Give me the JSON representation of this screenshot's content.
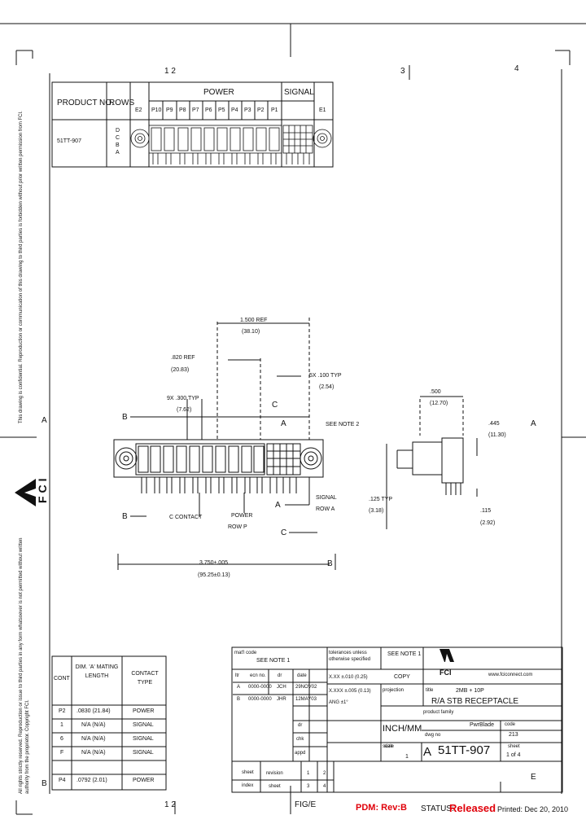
{
  "frame": {
    "zones_top": [
      "1 2",
      "3",
      "4"
    ],
    "zones_bottom": [
      "1 2",
      "FIG/E"
    ],
    "zones_side": [
      "A",
      "B",
      "E"
    ]
  },
  "margin_text": {
    "top_left": "This drawing is confidential. Reproduction or communication of this drawing to third parties is forbidden without prior written permission from FCI.",
    "bottom_left": "All rights strictly reserved. Reproduction or issue to third parties in any form whatsoever is not permitted without written authority from the proprietor. Copyright FCI."
  },
  "product_table": {
    "headers": [
      "PRODUCT NO.",
      "ROWS",
      "POWER",
      "SIGNAL"
    ],
    "col_labels": [
      "E2",
      "P10",
      "P9",
      "P8",
      "P7",
      "P6",
      "P5",
      "P4",
      "P3",
      "P2",
      "P1",
      "",
      "",
      "E1"
    ],
    "part": "51TT-907",
    "rows_value": "D C B A"
  },
  "dims": {
    "d1": "1.500 REF",
    "d1m": "(38.10)",
    "d2": ".820 REF",
    "d2m": "(20.83)",
    "d3": "9X .300 TYP",
    "d3m": "(7.62)",
    "d4": "5X .100 TYP",
    "d4m": "(2.54)",
    "d5": ".500",
    "d5m": "(12.70)",
    "d6": ".445",
    "d6m": "(11.30)",
    "d7": ".115",
    "d7m": "(2.92)",
    "d8": "3.750±.005",
    "d8m": "(95.25±0.13)",
    "d9": ".125 TYP",
    "d9m": "(3.18)",
    "signal_lbl": "SIGNAL",
    "signal_sub": "ROW A",
    "contact_lbl": "C CONTACT",
    "power_lbl": "POWER",
    "power_sub": "ROW P",
    "see_note": "SEE NOTE 2",
    "sec_b": "B",
    "sec_c": "C",
    "sec_a": "A"
  },
  "contact_table": {
    "headers": [
      "CONT",
      "DIM. 'A' MATING LENGTH",
      "CONTACT TYPE"
    ],
    "rows": [
      [
        "P2",
        ".0830 (21.84)",
        "POWER"
      ],
      [
        "1",
        "N/A (N/A)",
        "SIGNAL"
      ],
      [
        "6",
        "N/A (N/A)",
        "SIGNAL"
      ],
      [
        "F",
        "N/A (N/A)",
        "SIGNAL"
      ],
      [
        "P4",
        ".0792 (2.01)",
        "POWER"
      ]
    ]
  },
  "title_block": {
    "mat_code": "mat'l code",
    "mat_value": "SEE NOTE 1",
    "tolerances": "tolerances unless otherwise specified",
    "ltr": "ltr",
    "ecn": "ecn no.",
    "dr": "dr",
    "date": "date",
    "rev_a": [
      "A",
      "0000-0000",
      "JCH",
      "29NOV02"
    ],
    "rev_b": [
      "B",
      "0000-0000",
      "JHR",
      "12MAY03"
    ],
    "tol1": "X.XX ±.010 (0.25)",
    "tol2": "X.XXX ±.005 (0.13)",
    "tol3": "ANG ±1°",
    "in_mm": "INCH/MM",
    "projection": "projection",
    "copy": "COPY",
    "company": "FCI",
    "website": "www.fciconnect.com",
    "title_lbl": "title",
    "title_1": "2MB + 10P",
    "title_2": "R/A STB RECEPTACLE",
    "product_family": "product family",
    "family_value": "PwrBlade",
    "code_lbl": "code",
    "code_value": "213",
    "dwg_no_lbl": "dwg no",
    "dwg_no": "51TT-907",
    "size_lbl": "size",
    "size_value": "A",
    "scale_lbl": "scale",
    "scale_value": "1",
    "sheet_lbl": "sheet",
    "sheet_value": "1 of 4",
    "dr_lbl": "dr",
    "chk_lbl": "chk",
    "appr_lbl": "appd",
    "sheet_index": [
      "sheet",
      "index"
    ],
    "revision": "revision",
    "sheet2": "sheet",
    "sheet_nums": [
      "1",
      "2",
      "3",
      "4"
    ]
  },
  "footer": {
    "pdm": "PDM: Rev:B",
    "status_lbl": "STATUS:",
    "status_value": "Released",
    "printed": "Printed: Dec 20, 2010"
  },
  "logo": {
    "fci_side": "FCI",
    "fci_tb": "FCI"
  }
}
